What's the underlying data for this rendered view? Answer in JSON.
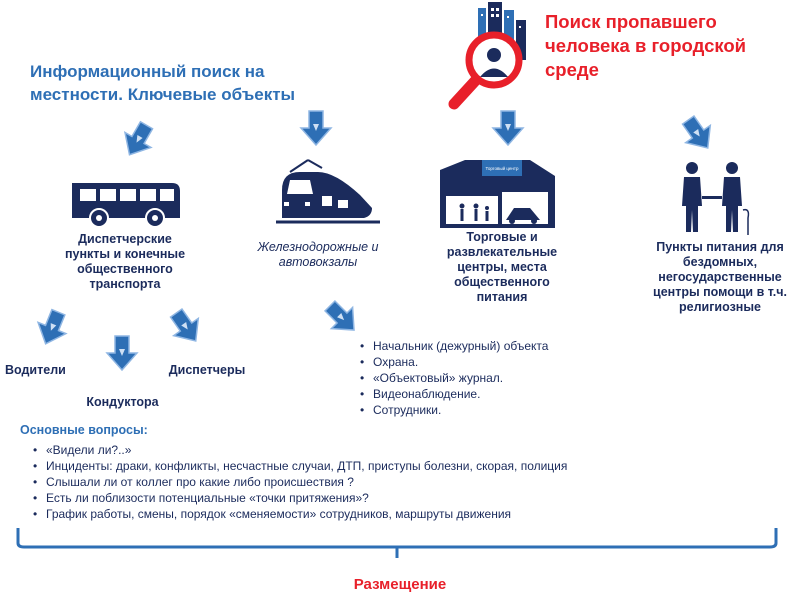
{
  "title_left": "Информационный поиск на местности. Ключевые объекты",
  "title_right": "Поиск пропавшего человека в городской среде",
  "nodes": {
    "transport": "Диспетчерские пункты и конечные общественного транспорта",
    "stations": "Железнодорожные и автовокзалы",
    "malls": "Торговые и развлекательные центры, места общественного питания",
    "shelters": "Пункты питания для бездомных, негосударственные центры помощи в т.ч. религиозные"
  },
  "roles": {
    "drivers": "Водители",
    "conductors": "Кондуктора",
    "dispatchers": "Диспетчеры"
  },
  "mall_sign": "Торговый центр",
  "object_list": [
    "Начальник (дежурный) объекта",
    "Охрана.",
    "«Объектовый» журнал.",
    "Видеонаблюдение.",
    "Сотрудники."
  ],
  "questions_header": "Основные вопросы:",
  "questions": [
    "«Видели ли?..»",
    "Инциденты: драки, конфликты, несчастные случаи, ДТП, приступы болезни, скорая, полиция",
    "Слышали ли от коллег про какие либо происшествия ?",
    "Есть ли поблизости потенциальные «точки притяжения»?",
    "График работы, смены, порядок «сменяемости» сотрудников, маршруты движения"
  ],
  "bottom_label": "Размещение",
  "colors": {
    "blue": "#2e6fb5",
    "navy": "#1b2b5c",
    "red": "#e8202a",
    "arrow_fill": "#2e6fb5",
    "arrow_stroke": "#8fb6e3"
  }
}
